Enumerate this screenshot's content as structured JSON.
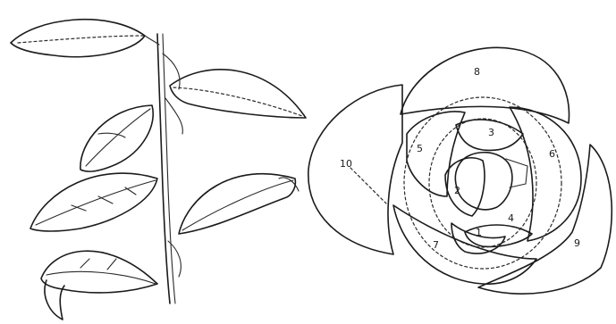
{
  "illustration": {
    "left_subject": "leafy-branch",
    "right_subject": "flower-petal-arrangement",
    "ink_color": "#1b1b1b",
    "background_color": "#ffffff",
    "petal_numbers": [
      "1",
      "2",
      "3",
      "4",
      "5",
      "6",
      "7",
      "8",
      "9",
      "10"
    ]
  }
}
